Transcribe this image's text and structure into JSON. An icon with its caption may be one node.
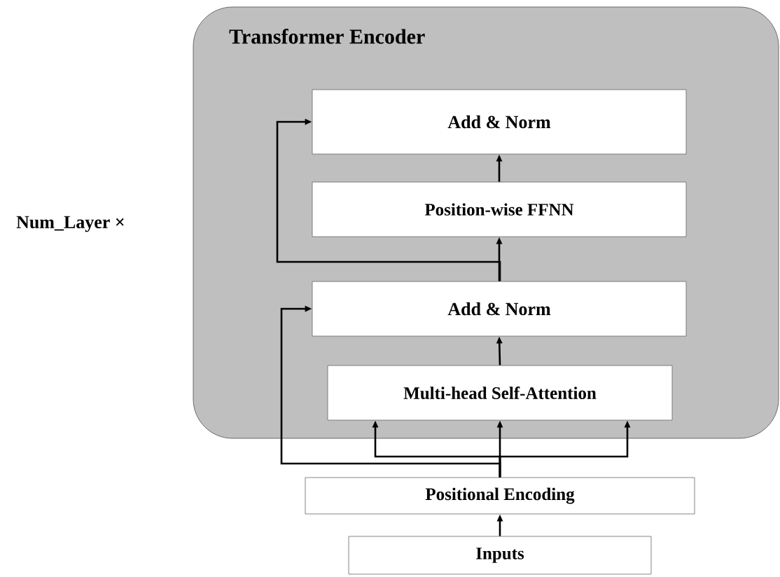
{
  "diagram": {
    "nodes": [
      {
        "text": [
          "Transformer Encoder"
        ]
      },
      {
        "text": [
          "Add & Norm"
        ],
        "in": 0
      },
      {
        "text": [
          "Position-wise FFNN"
        ],
        "in": 0
      },
      {
        "text": [
          "Add & Norm"
        ],
        "in": 0
      },
      {
        "text": [
          "Multi-head Self-Attention"
        ],
        "in": 0
      },
      {
        "text": [
          "Positional Encoding"
        ]
      },
      {
        "text": [
          "Inputs"
        ]
      }
    ],
    "edges": [
      {
        "from": 6,
        "to": 5,
        "arrow": "to"
      },
      {
        "from": 5,
        "to": 4,
        "arrow": "to"
      },
      {
        "from": 5,
        "to": 4,
        "arrow": "to"
      },
      {
        "from": 5,
        "to": 4,
        "arrow": "to"
      },
      {
        "from": 5,
        "to": 3,
        "arrow": "to"
      },
      {
        "from": 4,
        "to": 3,
        "arrow": "to"
      },
      {
        "from": 3,
        "to": 2,
        "arrow": "to"
      },
      {
        "from": 3,
        "to": 1,
        "arrow": "to"
      },
      {
        "from": 2,
        "to": 1,
        "arrow": "to"
      }
    ],
    "labels": [
      "Num_Layer ×"
    ]
  }
}
